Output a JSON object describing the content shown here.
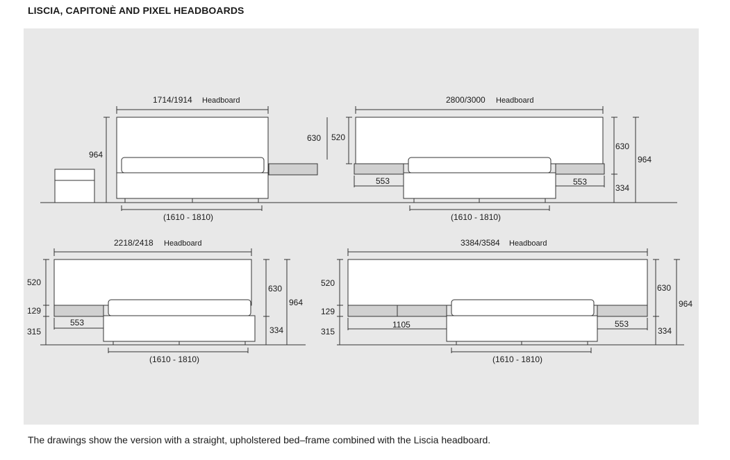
{
  "title": "LISCIA, CAPITONÈ AND PIXEL HEADBOARDS",
  "caption": "The drawings show the version with a straight, upholstered bed–frame combined with the Liscia headboard.",
  "headboard_word": "Headboard",
  "d1": {
    "width": "1714/1914",
    "h964": "964",
    "h630": "630",
    "h520": "520",
    "inner": "(1610 - 1810)"
  },
  "d2": {
    "width": "2800/3000",
    "h630": "630",
    "h964": "964",
    "h334": "334",
    "left553": "553",
    "right553": "553",
    "inner": "(1610 - 1810)"
  },
  "d3": {
    "width": "2218/2418",
    "h520": "520",
    "h129": "129",
    "h315": "315",
    "h630": "630",
    "h964": "964",
    "h334": "334",
    "w553": "553",
    "inner": "(1610 - 1810)"
  },
  "d4": {
    "width": "3384/3584",
    "h520": "520",
    "h129": "129",
    "h315": "315",
    "h630": "630",
    "h964": "964",
    "h334": "334",
    "w1105": "1105",
    "w553": "553",
    "inner": "(1610 - 1810)"
  }
}
